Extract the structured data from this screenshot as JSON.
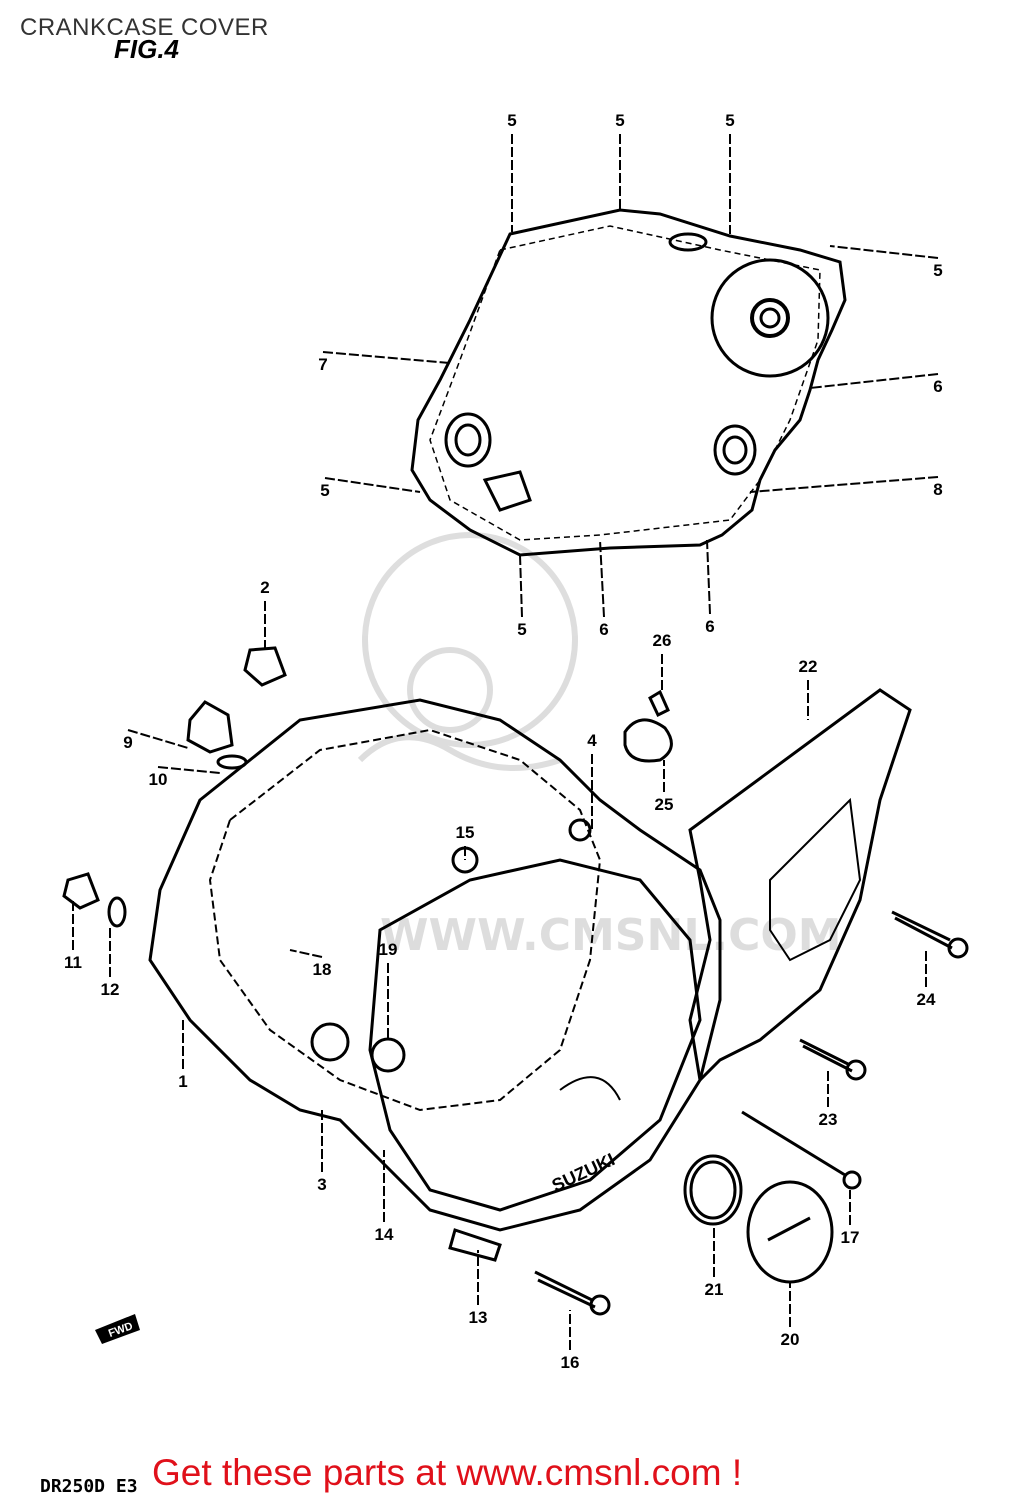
{
  "header": {
    "title": "CRANKCASE COVER",
    "figure": "FIG.4"
  },
  "footer": {
    "model": "DR250D E3",
    "cta": "Get these parts at www.cmsnl.com !"
  },
  "watermark": {
    "text": "WWW.CMSNL.COM"
  },
  "fwd_label": "FWD",
  "callouts": [
    "5",
    "5",
    "5",
    "5",
    "7",
    "6",
    "5",
    "8",
    "5",
    "6",
    "6",
    "2",
    "26",
    "22",
    "9",
    "10",
    "4",
    "15",
    "25",
    "11",
    "12",
    "19",
    "18",
    "24",
    "1",
    "23",
    "3",
    "17",
    "14",
    "21",
    "13",
    "16",
    "20"
  ]
}
